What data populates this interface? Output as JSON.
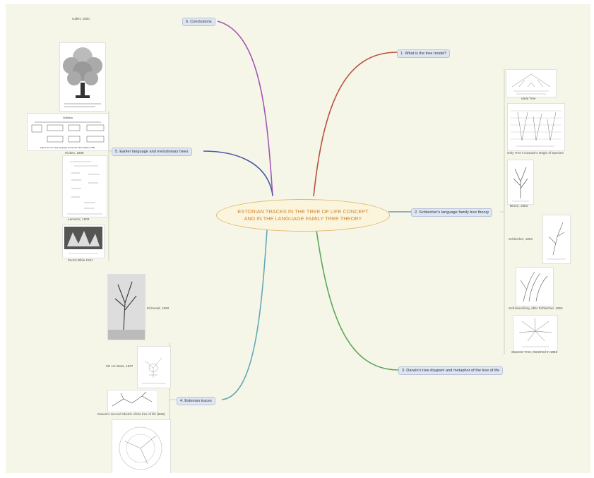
{
  "center": {
    "line1": "ESTONIAN TRACES IN THE TREE OF LIFE CONCEPT",
    "line2": "AND IN THE LANGUAGE FAMILY TREE THEORY"
  },
  "topics": {
    "t1": "1. What is the tree model?",
    "t2": "2. Schleicher's language family tree theory",
    "t3": "3. Darwin's tree diagram and metaphor of the tree of life",
    "t4": "4. Estonian traces",
    "t5": "5. Earlier language and evolutionary trees",
    "t6": "6. Conclusions"
  },
  "captions": {
    "gallet": "Gallet, 1800",
    "hickes": "Hickes, 1689",
    "lamarck": "Lamarck, 1809",
    "zurich": "Zurich Bible 1531",
    "ideal": "Ideal Tree",
    "only_tree": "Only Tree in Darwin's Origin of Species",
    "bronn": "Bronn, 1853",
    "schleicher": "Schleicher, 1853",
    "self_branching": "Self-branching, after Schleicher, 1853",
    "slavonic": "Slavonic Tree, sketched in 1852",
    "eichwald": "Eichwald, 1829",
    "baer": "KE von Baer, 1837",
    "darwin_second": "Darwin's second Sketch of the tree of life (B36)"
  },
  "figure_texts": {
    "hickes_header": "Gothica",
    "hickes_caption": "Figure 4b: An early language family tree after Hickes 1689"
  },
  "colors": {
    "background": "#f6f6e8",
    "topic_fill": "#dfe6f3",
    "center_text": "#d4872e",
    "link_t1": "#b9503e",
    "link_t2": "#6e9aaa",
    "link_t3": "#5aa85a",
    "link_t4": "#63a8b6",
    "link_t5": "#4a5aa8",
    "link_t6": "#a256b4"
  }
}
